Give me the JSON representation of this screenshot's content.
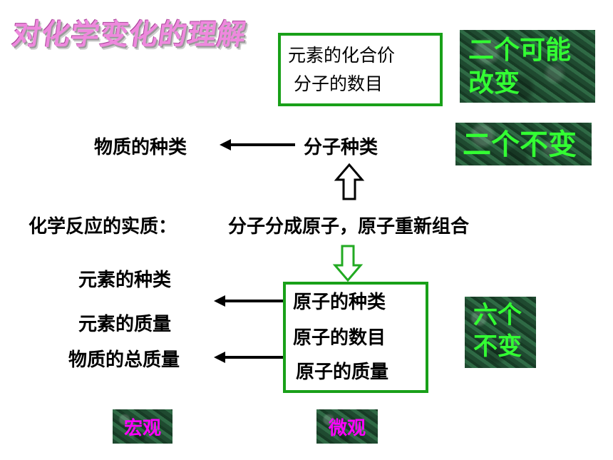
{
  "title": "对化学变化的理解",
  "top_box": {
    "line1": "元素的化合价",
    "line2": "分子的数目"
  },
  "label_two_maybe": {
    "line1": "二个可能",
    "line2": "改变"
  },
  "label_two_unchanged": "二个不变",
  "label_six_unchanged": {
    "line1": "六个",
    "line2": "不变"
  },
  "row1": {
    "left": "物质的种类",
    "right": "分子种类"
  },
  "essence": {
    "label": "化学反应的实质：",
    "content": "分子分成原子，原子重新组合"
  },
  "macro": [
    "元素的种类",
    "元素的质量",
    "物质的总质量"
  ],
  "micro": [
    "原子的种类",
    "原子的数目",
    "原子的质量"
  ],
  "tag_macro": "宏观",
  "tag_micro": "微观",
  "colors": {
    "frame_green": "#19a019",
    "marble_text": "#33ff33",
    "tag_text": "#ff00ff",
    "title": "#ee88dd"
  }
}
